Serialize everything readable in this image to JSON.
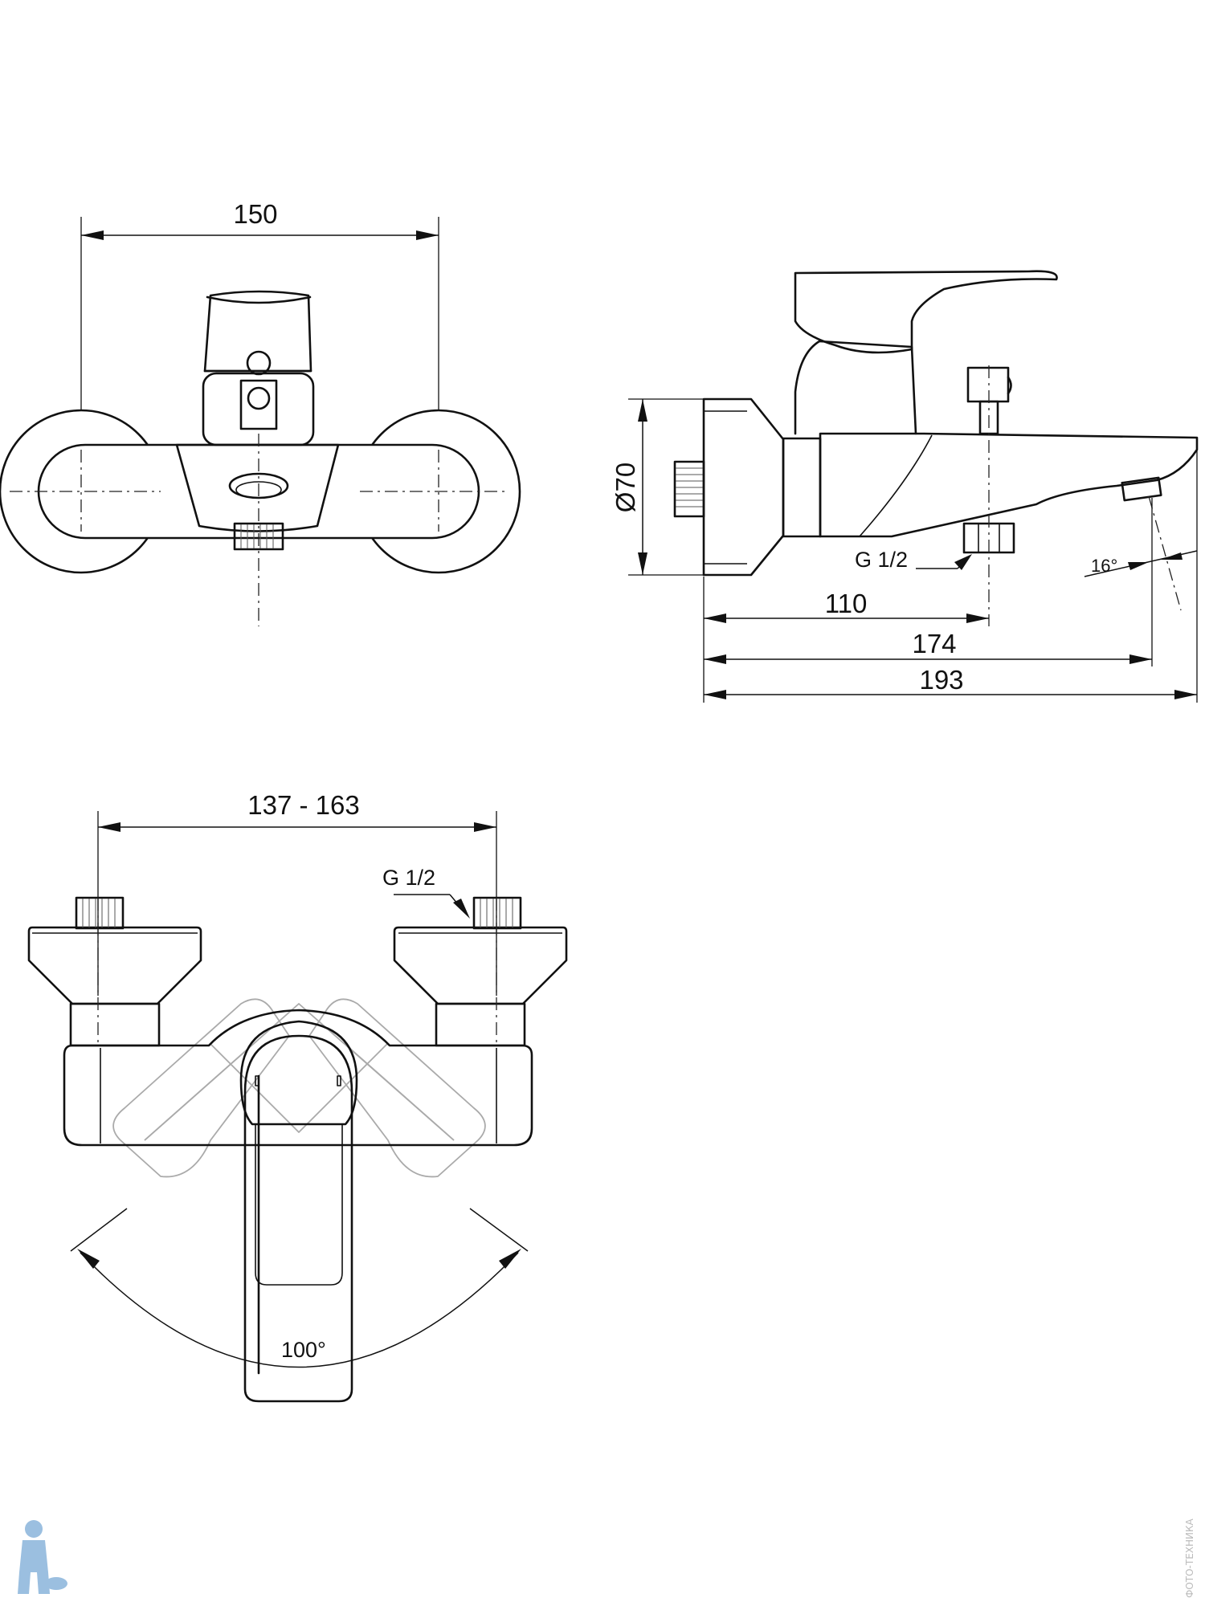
{
  "front_view": {
    "dim_width": "150"
  },
  "side_view": {
    "dim_diameter": "Ø70",
    "thread_label": "G 1/2",
    "spout_angle": "16°",
    "dim_110": "110",
    "dim_174": "174",
    "dim_193": "193"
  },
  "bottom_view": {
    "dim_range": "137 - 163",
    "thread_label": "G 1/2",
    "rotation_angle": "100°"
  },
  "watermark": {
    "text": "ФОТО-ТЕХНИКА"
  },
  "colors": {
    "line": "#111111",
    "ghost": "#aaaaaa",
    "logo": "#9bbfe0"
  }
}
